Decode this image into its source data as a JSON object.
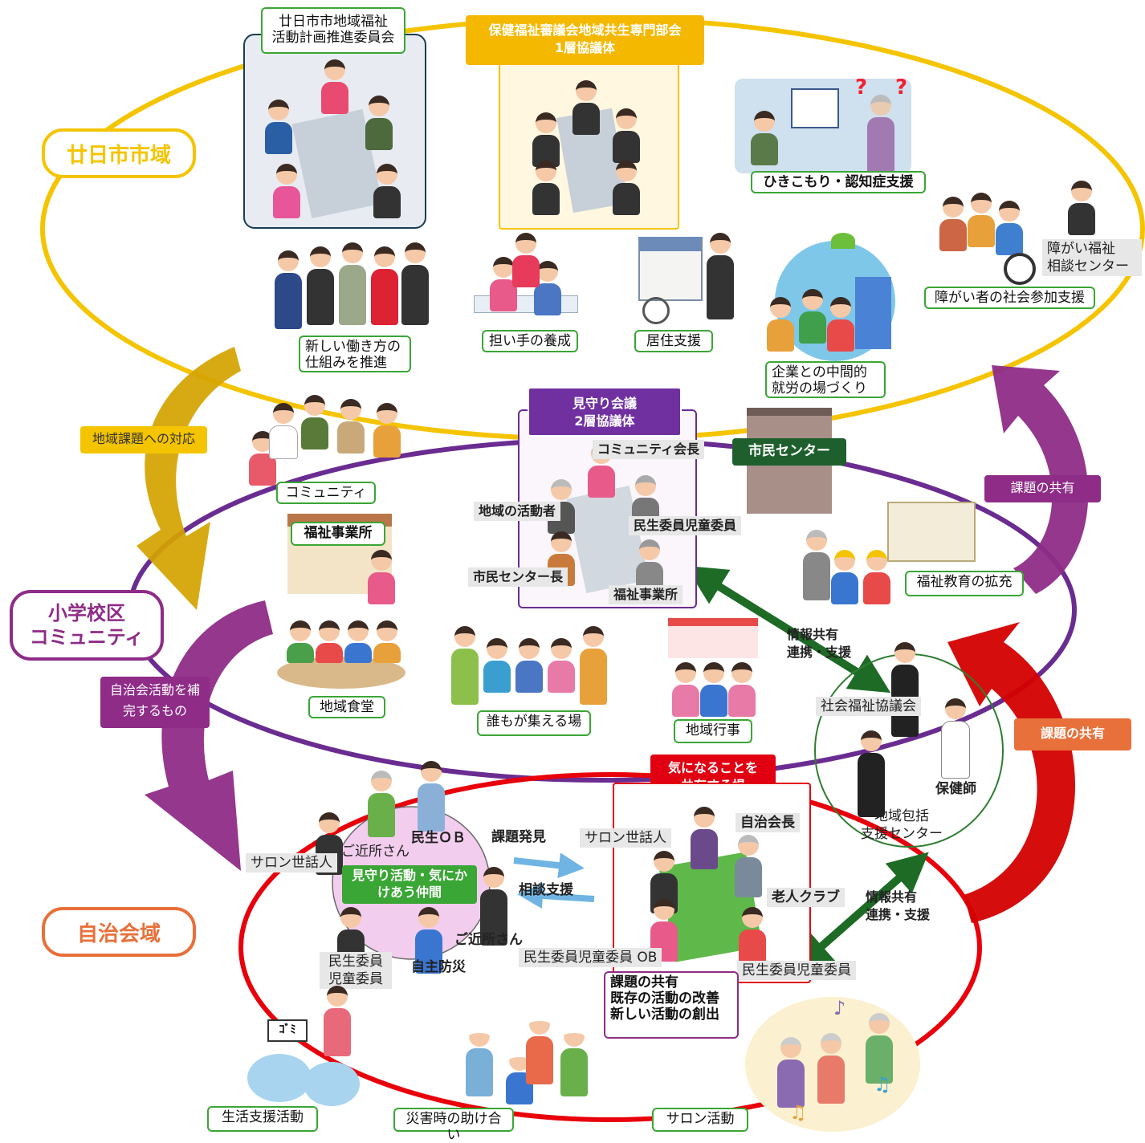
{
  "regions": {
    "city": "廿日市市域",
    "school": "小学校区\nコミュニティ",
    "town": "自治会域"
  },
  "headers": {
    "committee": "廿日市市地域福祉\n活動計画推進委員会",
    "council1": "保健福祉審議会地域共生専門部会\n1層協議体",
    "council2": "見守り会議\n2層協議体",
    "share_place": "気になることを\n共有する場",
    "citizen_center": "市民センター"
  },
  "city_labels": {
    "hikikomori": "ひきこもり・認知症支援",
    "disability_center": "障がい福祉\n相談センター",
    "disability_social": "障がい者の社会参加支援",
    "new_work": "新しい働き方の\n仕組みを推進",
    "helpers": "担い手の養成",
    "housing": "居住支援",
    "company": "企業との中間的\n就労の場づくり"
  },
  "school_labels": {
    "community": "コミュニティ",
    "welfare_office": "福祉事業所",
    "local_cafeteria": "地域食堂",
    "gathering": "誰もが集える場",
    "local_event": "地域行事",
    "welfare_education": "福祉教育の拡充"
  },
  "council2_roles": {
    "community_chair": "コミュニティ会長",
    "local_activist": "地域の活動者",
    "welfare_commissioner": "民生委員児童委員",
    "center_director": "市民センター長",
    "welfare_office": "福祉事業所"
  },
  "arrows": {
    "local_issue_response": "地域課題への対応",
    "share_issue_top": "課題の共有",
    "share_issue_mid": "課題の共有",
    "complement": "自治会活動を補\n完するもの",
    "info_share_1": "情報共有\n連携・支援",
    "info_share_2": "情報共有\n連携・支援",
    "discovery": "課題発見",
    "consultation": "相談支援"
  },
  "support": {
    "social_welfare": "社会福祉協議会",
    "health_nurse": "保健師",
    "comprehensive": "地域包括\n支援センター"
  },
  "town_labels": {
    "salon_helper_left": "サロン世話人",
    "neighbor_top": "ご近所さん",
    "former_commissioner": "民生ＯＢ",
    "watch_group": "見守り活動・気にか\nけあう仲間",
    "neighbor_bottom": "ご近所さん",
    "commissioner_left": "民生委員\n児童委員",
    "self_defense": "自主防災",
    "salon_helper_right": "サロン世話人",
    "town_chair": "自治会長",
    "elder_club": "老人クラブ",
    "commissioner_ob": "民生委員児童委員 OB",
    "commissioner_right": "民生委員児童委員",
    "outcomes": "課題の共有\n既存の活動の改善\n新しい活動の創出",
    "life_support": "生活支援活動",
    "disaster_help": "災害時の助け合い",
    "salon_activity": "サロン活動",
    "garbage_sign": "ｺﾞﾐ"
  },
  "colors": {
    "city_ring": "#f5c400",
    "school_ring": "#6a2c91",
    "town_ring": "#e8000b",
    "green": "#3aa635",
    "orange_arrow": "#e8703a",
    "purple_arrow": "#8e2c87",
    "gold_arrow": "#d4a300"
  }
}
